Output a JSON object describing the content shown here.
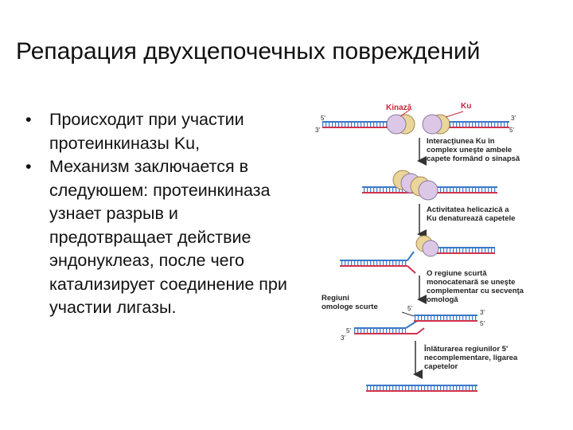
{
  "title": "Репарация двухцепочечных повреждений",
  "bullets": [
    "Происходит при участии протеинкиназы Ku,",
    "Механизм заключается в следуюшем: протеинкиназа узнает разрыв и предотвращает действие эндонуклеаз, после чего катализирует соединение при участии лигазы."
  ],
  "figure": {
    "label_kinaza": "Kinază",
    "label_ku": "Ku",
    "label_regiuni_1": "Regiuni",
    "label_regiuni_2": "omologe scurte",
    "ends": {
      "five": "5'",
      "three": "3'"
    },
    "steps": [
      [
        "Interacţiunea Ku în",
        "complex uneşte ambele",
        "capete formând o sinapsă"
      ],
      [
        "Activitatea helicazică a",
        "Ku denaturează capetele"
      ],
      [
        "O regiune scurtă",
        "monocatenară se uneşte",
        "complementar cu secvenţa",
        "omologă"
      ],
      [
        "Înlăturarea regiunilor 5'",
        "necomplementare, ligarea",
        "capetelor"
      ]
    ]
  },
  "colors": {
    "blue_strand": "#3a78c8",
    "red_strand": "#d2324c",
    "kinase": "#dcc8e6",
    "ku": "#ecd59a",
    "label_red": "#c8283c"
  }
}
